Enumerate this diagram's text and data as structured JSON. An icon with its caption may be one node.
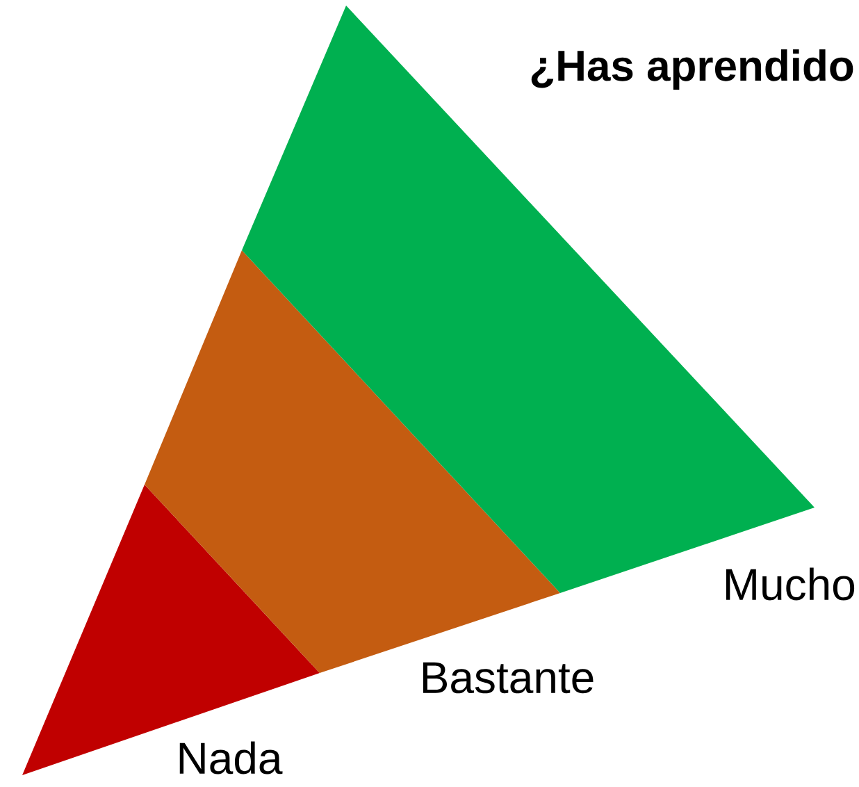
{
  "diagram": {
    "title": "¿Has aprendido",
    "nodes": [
      {
        "text": [
          "Nada"
        ]
      },
      {
        "text": [
          "Bastante"
        ]
      },
      {
        "text": [
          "Mucho"
        ]
      }
    ]
  }
}
